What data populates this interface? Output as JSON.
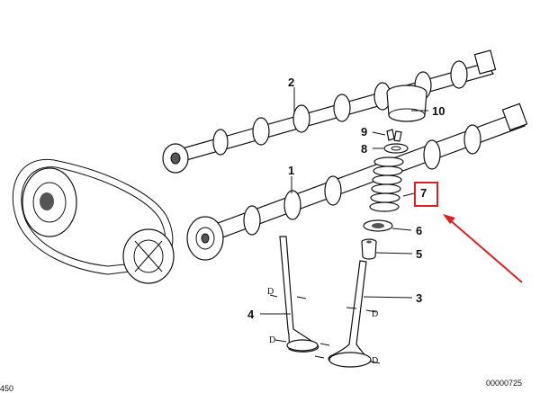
{
  "callouts": {
    "n1": "1",
    "n2": "2",
    "n3": "3",
    "n4": "4",
    "n5": "5",
    "n6": "6",
    "n7": "7",
    "n8": "8",
    "n9": "9",
    "n10": "10"
  },
  "dimension_label": "D",
  "catalog_number": "00000725",
  "corner_mark": "450",
  "colors": {
    "highlight": "#e02020",
    "line": "#111111"
  }
}
